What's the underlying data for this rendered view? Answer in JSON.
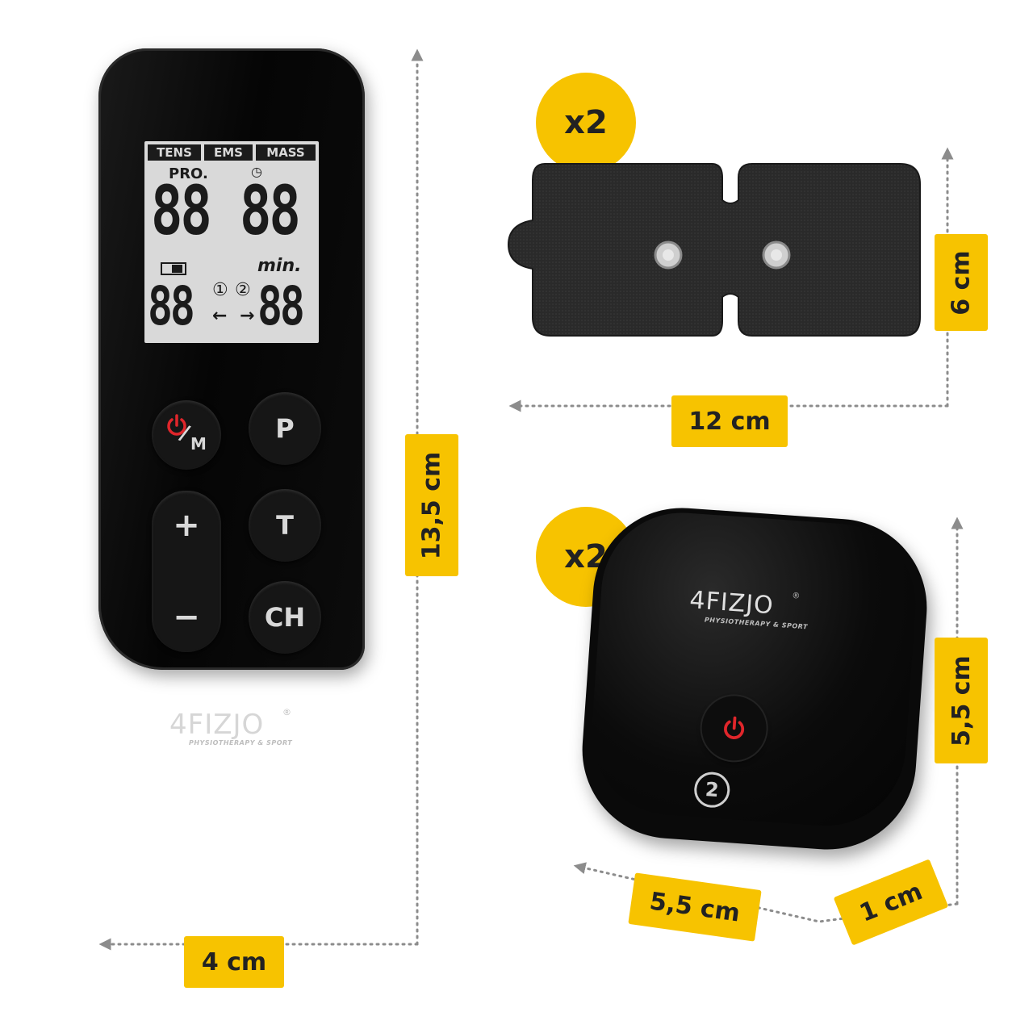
{
  "dimensions": {
    "remote_height": "13,5 cm",
    "remote_width": "4 cm",
    "pad_height": "6 cm",
    "pad_width": "12 cm",
    "receiver_height": "5,5 cm",
    "receiver_width": "5,5 cm",
    "receiver_depth": "1 cm"
  },
  "badges": {
    "pads_quantity": "x2",
    "receivers_quantity": "x2"
  },
  "remote": {
    "lcd": {
      "modes": [
        "TENS",
        "EMS",
        "MASS"
      ],
      "program_label": "PRO.",
      "program_digits": "88",
      "time_digits": "88",
      "time_unit": "min.",
      "left_digits": "88",
      "right_digits": "88",
      "channel_1": "①",
      "channel_2": "②",
      "arrow_left": "←",
      "arrow_right": "→",
      "clock_glyph": "◷"
    },
    "buttons": {
      "power_mode_sub": "M",
      "program": "P",
      "plus": "+",
      "minus": "−",
      "timer": "T",
      "channel": "CH"
    },
    "brand": "4FIZJO",
    "brand_mark": "®",
    "tagline": "PHYSIOTHERAPY & SPORT"
  },
  "receiver": {
    "brand": "4FIZJO",
    "brand_mark": "®",
    "tagline": "PHYSIOTHERAPY & SPORT",
    "channel_number": "2"
  },
  "colors": {
    "accent_yellow": "#f7c300",
    "device_black": "#0a0a0a",
    "power_red": "#e0262b",
    "lcd_background": "#d9d9d9"
  }
}
